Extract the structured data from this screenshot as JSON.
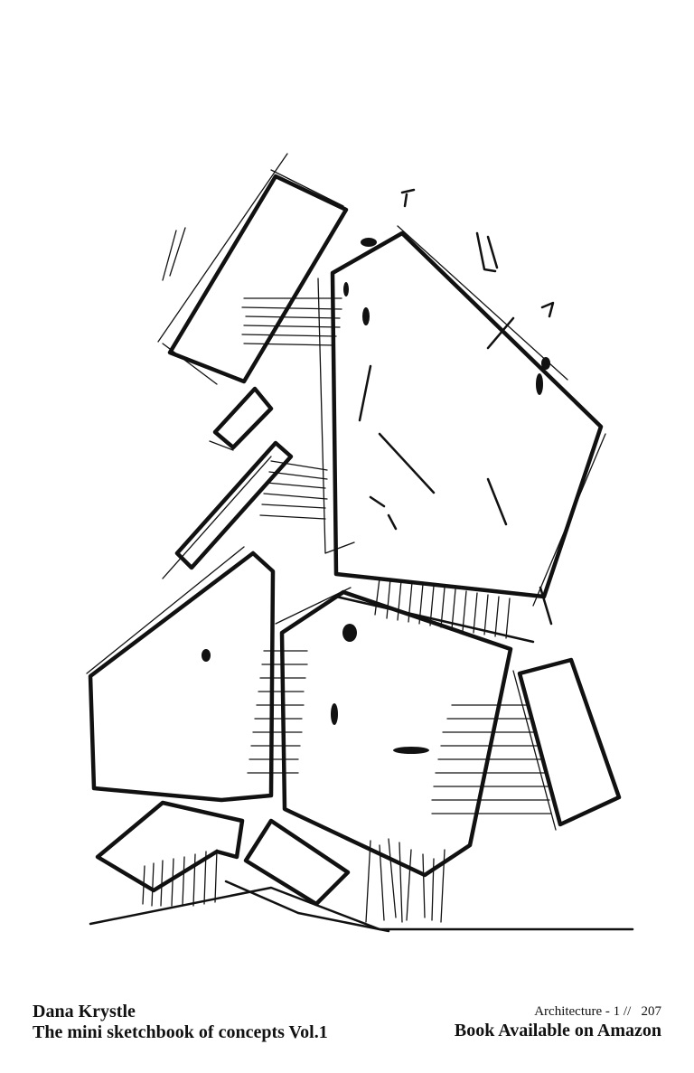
{
  "caption": {
    "author": "Dana Krystle",
    "book_title": "The mini sketchbook of  concepts Vol.1",
    "series_label": "Architecture - 1 //",
    "page_number": "207",
    "availability": "Book Available on Amazon"
  },
  "ink_color": "#111111"
}
